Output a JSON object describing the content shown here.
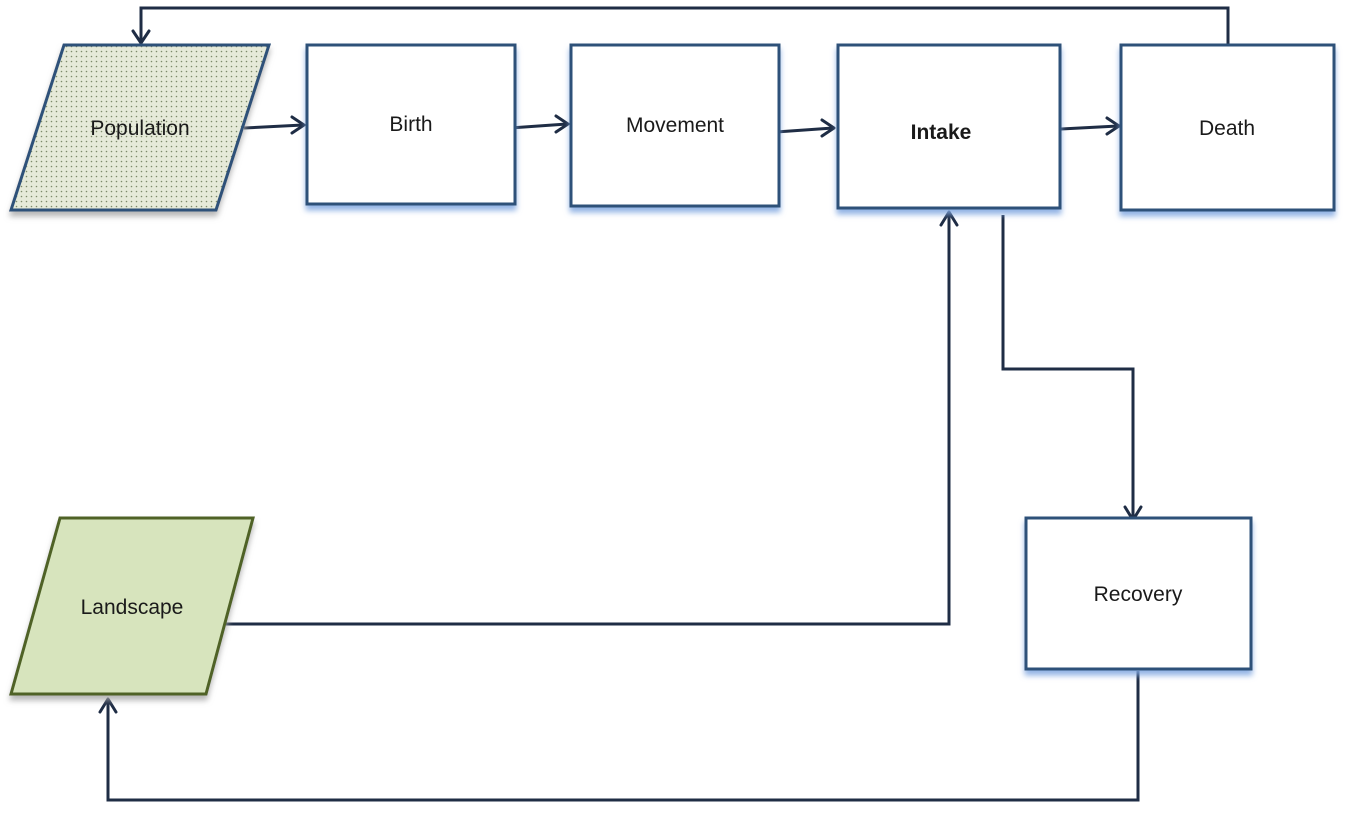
{
  "nodes": {
    "population": {
      "label": "Population",
      "shape": "parallelogram",
      "fill": "#e4e8d6",
      "pattern": "dotted"
    },
    "birth": {
      "label": "Birth",
      "shape": "process"
    },
    "movement": {
      "label": "Movement",
      "shape": "process"
    },
    "intake": {
      "label": "Intake",
      "shape": "process"
    },
    "death": {
      "label": "Death",
      "shape": "process"
    },
    "recovery": {
      "label": "Recovery",
      "shape": "process"
    },
    "landscape": {
      "label": "Landscape",
      "shape": "parallelogram",
      "fill": "#d7e4bd"
    }
  },
  "edges": [
    {
      "from": "population",
      "to": "birth"
    },
    {
      "from": "birth",
      "to": "movement"
    },
    {
      "from": "movement",
      "to": "intake"
    },
    {
      "from": "intake",
      "to": "death"
    },
    {
      "from": "death",
      "to": "population"
    },
    {
      "from": "intake",
      "to": "recovery"
    },
    {
      "from": "recovery",
      "to": "landscape"
    },
    {
      "from": "landscape",
      "to": "intake"
    }
  ],
  "colors": {
    "box_border": "#2f5179",
    "box_shadow": "#8fb0e0",
    "connector": "#1f2d45",
    "landscape_border": "#4f6228",
    "population_border": "#2f5179"
  }
}
